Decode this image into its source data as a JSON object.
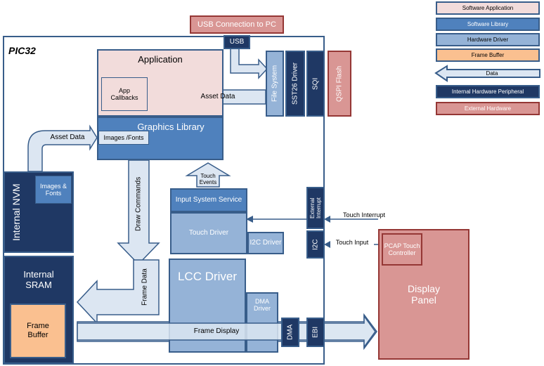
{
  "legend": {
    "items": [
      {
        "label": "Software Application",
        "color": "#f2dcdb"
      },
      {
        "label": "Software Library",
        "color": "#4f81bd"
      },
      {
        "label": "Hardware Driver",
        "color": "#95b3d7"
      },
      {
        "label": "Frame Buffer",
        "color": "#fac090"
      },
      {
        "label": "Data",
        "color": "#dce6f2"
      },
      {
        "label": "Internal Hardware Peripheral",
        "color": "#1f3864"
      },
      {
        "label": "External Hardware",
        "color": "#d99694"
      }
    ]
  },
  "usb_connection": "USB Connection to PC",
  "chip_title": "PIC32",
  "usb": "USB",
  "application": "Application",
  "app_callbacks": "App Callbacks",
  "asset_data_top": "Asset Data",
  "file_system": "File System",
  "sst26_driver": "SST26 Driver",
  "sqi": "SQI",
  "qspi_flash": "QSPI Flash",
  "graphics_library": "Graphics Library",
  "images_fonts": "Images /Fonts",
  "asset_data_left": "Asset Data",
  "internal_nvm": "Internal NVM",
  "nvm_images_fonts": "Images & Fonts",
  "draw_commands": "Draw Commands",
  "touch_events": "Touch Events",
  "input_system_service": "Input System Service",
  "touch_driver": "Touch Driver",
  "i2c_driver": "I2C Driver",
  "external_interrupt": "External Interrupt",
  "i2c": "I2C",
  "touch_interrupt": "Touch Interrupt",
  "touch_input": "Touch Input",
  "pcap_controller": "PCAP Touch Controller",
  "display_panel": "Display Panel",
  "internal_sram": "Internal SRAM",
  "frame_buffer": "Frame Buffer",
  "frame_data": "Frame Data",
  "lcc_driver": "LCC Driver",
  "dma_driver": "DMA Driver",
  "frame_display": "Frame Display",
  "dma": "DMA",
  "ebi": "EBI"
}
